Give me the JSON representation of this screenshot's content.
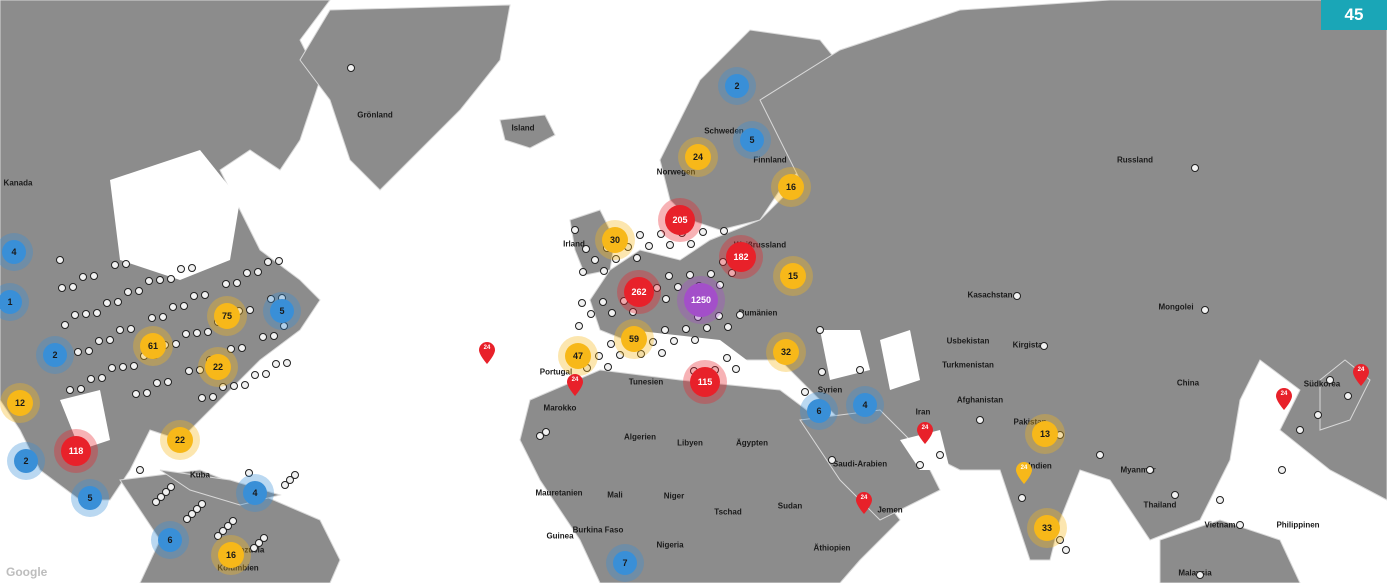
{
  "page_number": "45",
  "watermark": "Google",
  "colors": {
    "land": "#8c8c8c",
    "water": "#ffffff",
    "border": "#d9d9d9",
    "red": "#e8212a",
    "yellow": "#f7b81a",
    "blue": "#3a8fd8",
    "purple": "#a44fc9",
    "badge": "#1aa6b7"
  },
  "country_labels": [
    "Grönland",
    "Island",
    "Kanada",
    "Schweden",
    "Finnland",
    "Norwegen",
    "Russland",
    "Weißrussland",
    "Kasachstan",
    "Mongolei",
    "Rumänien",
    "Usbekistan",
    "Kirgistan",
    "Turkmenistan",
    "Afghanistan",
    "Iran",
    "Pakistan",
    "China",
    "Indien",
    "Marokko",
    "Algerien",
    "Libyen",
    "Ägypten",
    "Saudi-Arabien",
    "Mauretanien",
    "Mali",
    "Niger",
    "Tschad",
    "Sudan",
    "Nigeria",
    "Äthiopien",
    "Myanmar",
    "Thailand",
    "Vietnam",
    "Philippinen",
    "Venezuela",
    "Kuba",
    "Tunesien",
    "Südkorea",
    "Kolumbien",
    "Burkina Faso",
    "Guinea",
    "Jemen",
    "Syrien",
    "Irland",
    "Portugal",
    "Malaysia"
  ],
  "clusters": [
    {
      "count": "2",
      "color": "blue"
    },
    {
      "count": "5",
      "color": "blue"
    },
    {
      "count": "24",
      "color": "yellow"
    },
    {
      "count": "16",
      "color": "yellow"
    },
    {
      "count": "205",
      "color": "red"
    },
    {
      "count": "30",
      "color": "yellow"
    },
    {
      "count": "182",
      "color": "red"
    },
    {
      "count": "15",
      "color": "yellow"
    },
    {
      "count": "262",
      "color": "red"
    },
    {
      "count": "1250",
      "color": "purple"
    },
    {
      "count": "47",
      "color": "yellow"
    },
    {
      "count": "59",
      "color": "yellow"
    },
    {
      "count": "32",
      "color": "yellow"
    },
    {
      "count": "115",
      "color": "red"
    },
    {
      "count": "6",
      "color": "blue"
    },
    {
      "count": "4",
      "color": "blue"
    },
    {
      "count": "13",
      "color": "yellow"
    },
    {
      "count": "33",
      "color": "yellow"
    },
    {
      "count": "7",
      "color": "blue"
    },
    {
      "count": "75",
      "color": "yellow"
    },
    {
      "count": "5",
      "color": "blue"
    },
    {
      "count": "61",
      "color": "yellow"
    },
    {
      "count": "22",
      "color": "yellow"
    },
    {
      "count": "2",
      "color": "blue"
    },
    {
      "count": "4",
      "color": "blue"
    },
    {
      "count": "12",
      "color": "yellow"
    },
    {
      "count": "118",
      "color": "red"
    },
    {
      "count": "22",
      "color": "yellow"
    },
    {
      "count": "2",
      "color": "blue"
    },
    {
      "count": "5",
      "color": "blue"
    },
    {
      "count": "4",
      "color": "blue"
    },
    {
      "count": "6",
      "color": "blue"
    },
    {
      "count": "16",
      "color": "yellow"
    },
    {
      "count": "1",
      "color": "blue"
    }
  ],
  "pins": [
    "24",
    "24",
    "24",
    "24",
    "24",
    "24",
    "24"
  ]
}
